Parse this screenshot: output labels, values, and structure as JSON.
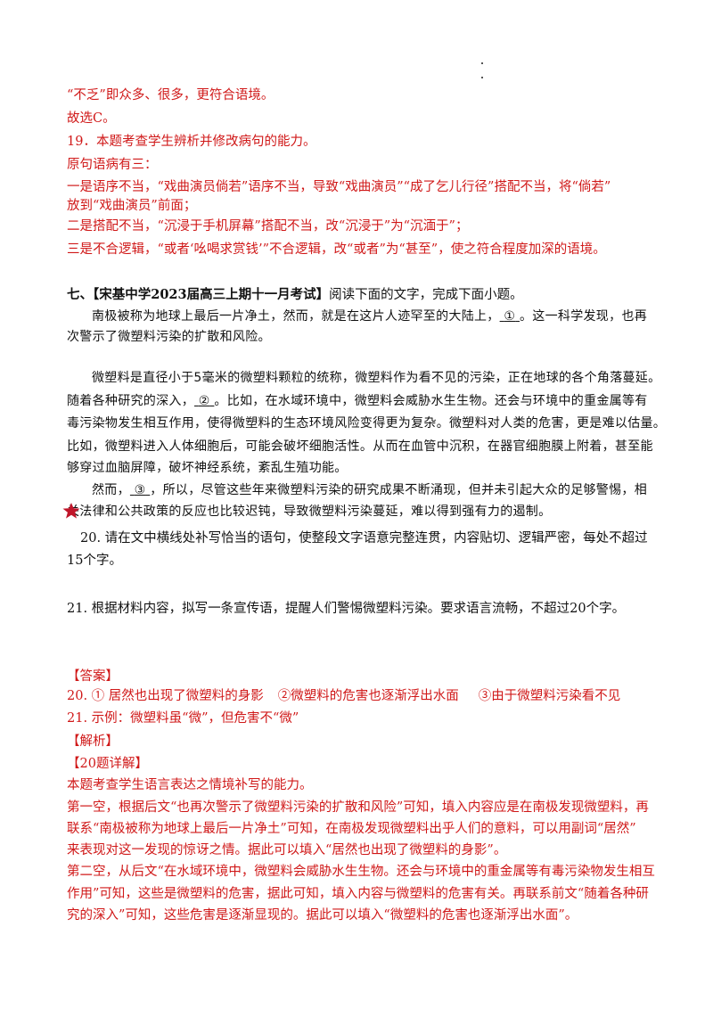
{
  "answer_prev": {
    "l1": "“不乏”即众多、很多，更符合语境。",
    "l2": "故选C。",
    "l3": "19．本题考查学生辨析并修改病句的能力。",
    "l4": "原句语病有三：",
    "l5": "一是语序不当，“戏曲演员倘若”语序不当，导致“戏曲演员”“成了乞儿行径”搭配不当，将“倘若”",
    "l6": "放到“戏曲演员”前面；",
    "l7": "二是搭配不当，“沉浸于手机屏幕”搭配不当，改“沉浸于”为“沉湎于”；",
    "l8": "三是不合逻辑，“或者‘吆喝求赏钱’”不合逻辑，改“或者”为“甚至”，使之符合程度加深的语境。"
  },
  "section": {
    "prefix": "七、",
    "source": "【宋基中学2023届高三上期十一月考试】",
    "instruction": "阅读下面的文字，完成下面小题。"
  },
  "passage": {
    "p1a": "南极被称为地球上最后一片净土，然而，就是在这片人迹罕至的大陆上，",
    "blank1": "①",
    "p1b": "。这一科学发现，也再",
    "p1c": "次警示了微塑料污染的扩散和风险。",
    "p2a": "微塑料是直径小于5毫米的微塑料颗粒的统称，微塑料作为看不见的污染，正在地球的各个角落蔓延。",
    "p2b_pre": "随着各种研究的深入，",
    "blank2": "②",
    "p2b_post": "。比如，在水域环境中，微塑料会威胁水生生物。还会与环境中的重金属等有",
    "p2c": "毒污染物发生相互作用，使得微塑料的生态环境风险变得更为复杂。微塑料对人类的危害，更是难以估量。",
    "p2d": "比如，微塑料进入人体细胞后，可能会破坏细胞活性。从而在血管中沉积，在器官细胞膜上附着，甚至能",
    "p2e": "够穿过血脑屏障，破坏神经系统，紊乱生殖功能。",
    "p3a_pre": "然而，",
    "blank3": "③",
    "p3a_post": "，所以，尽管这些年来微塑料污染的研究成果不断涌现，但并未引起大众的足够警惕，相",
    "p3b": "关法律和公共政策的反应也比较迟钝，导致微塑料污染蔓延，难以得到强有力的遏制。"
  },
  "questions": {
    "q20a": "20. 请在文中横线处补写恰当的语句，使整段文字语意完整连贯，内容贴切、逻辑严密，每处不超过",
    "q20b": "15个字。",
    "q21": "21. 根据材料内容，拟写一条宣传语，提醒人们警惕微塑料污染。要求语言流畅，不超过20个字。"
  },
  "answers": {
    "label": "【答案】",
    "a20_1": "20. ① 居然也出现了微塑料的身影",
    "a20_2": "②微塑料的危害也逐渐浮出水面",
    "a20_3": "③由于微塑料污染看不见",
    "a21": "21. 示例：微塑料虽“微”，但危害不“微”",
    "analysis_label": "【解析】",
    "detail_label": "【20题详解】",
    "e1": "本题考查学生语言表达之情境补写的能力。",
    "e2": "第一空，根据后文“也再次警示了微塑料污染的扩散和风险”可知，填入内容应是在南极发现微塑料，再",
    "e3": "联系“南极被称为地球上最后一片净土”可知，在南极发现微塑料出乎人们的意料，可以用副词“居然”",
    "e4": "来表现对这一发现的惊讶之情。据此可以填入“居然也出现了微塑料的身影”。",
    "e5": "第二空，从后文“在水域环境中，微塑料会威胁水生生物。还会与环境中的重金属等有毒污染物发生相互",
    "e6": "作用”可知，这些是微塑料的危害，据此可知，填入内容与微塑料的危害有关。再联系前文“随着各种研",
    "e7": "究的深入”可知，这些危害是逐渐显现的。据此可以填入“微塑料的危害也逐渐浮出水面”。"
  },
  "colors": {
    "answer_red": "#d01818",
    "text": "#111111",
    "star": "#c0162a"
  },
  "icons": {
    "star": "star-icon"
  }
}
